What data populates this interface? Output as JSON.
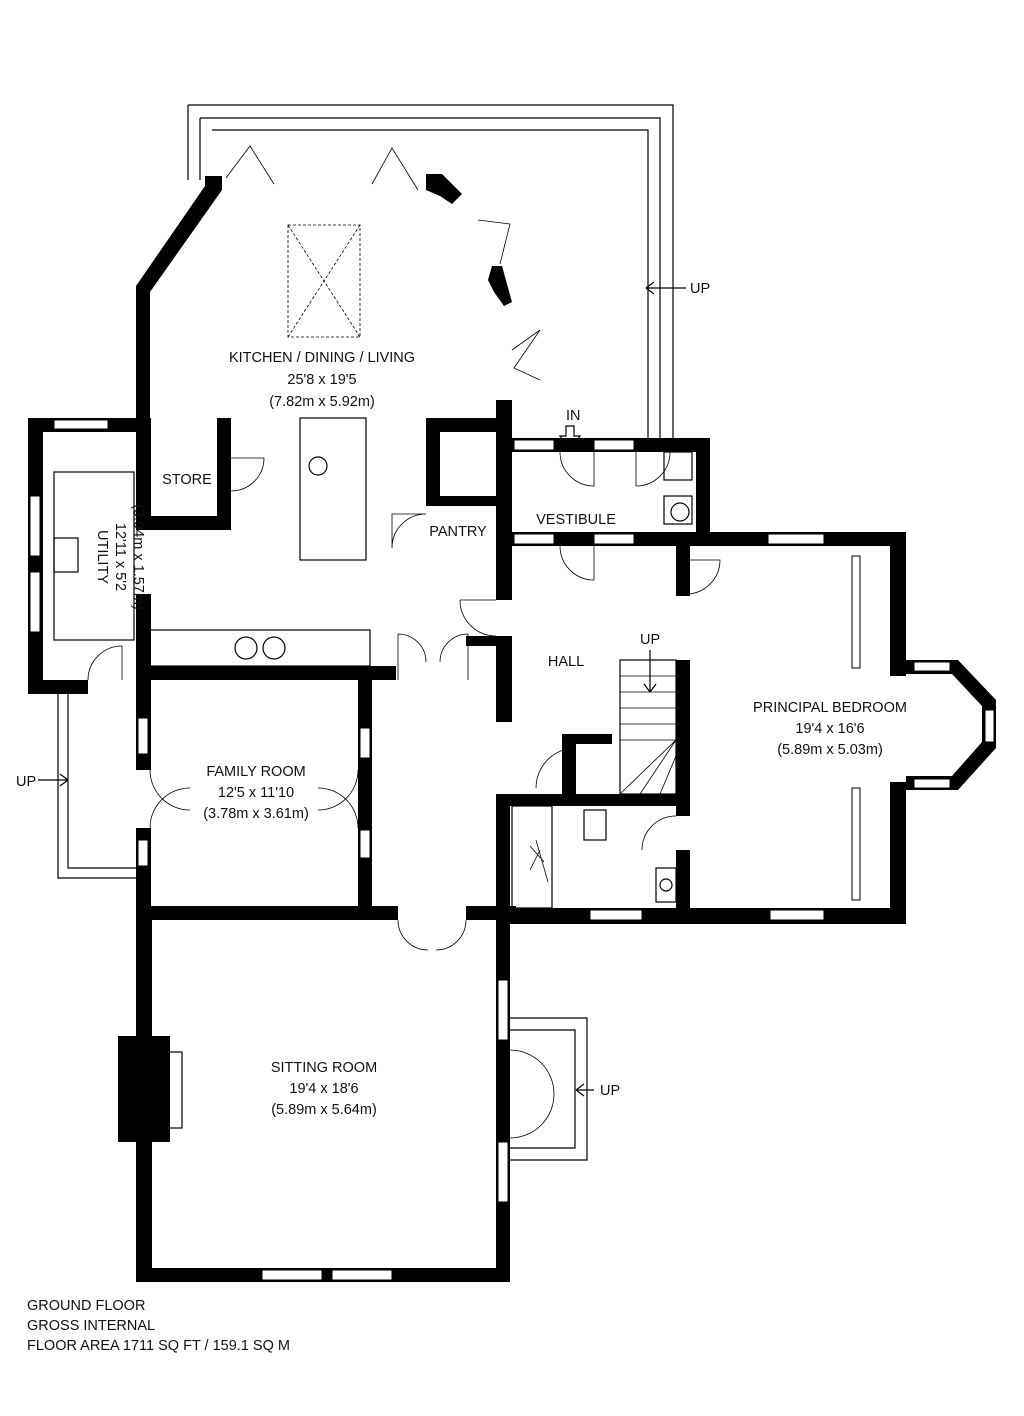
{
  "rooms": {
    "kitchen": {
      "name": "KITCHEN / DINING / LIVING",
      "imperial": "25'8 x 19'5",
      "metric": "(7.82m x 5.92m)"
    },
    "store": {
      "name": "STORE"
    },
    "pantry": {
      "name": "PANTRY"
    },
    "vestibule": {
      "name": "VESTIBULE"
    },
    "utility": {
      "name": "UTILITY",
      "imperial": "12'11 x 5'2",
      "metric": "(3.94m x 1.57m)"
    },
    "hall": {
      "name": "HALL"
    },
    "family": {
      "name": "FAMILY ROOM",
      "imperial": "12'5 x 11'10",
      "metric": "(3.78m x 3.61m)"
    },
    "bedroom": {
      "name": "PRINCIPAL BEDROOM",
      "imperial": "19'4 x 16'6",
      "metric": "(5.89m x 5.03m)"
    },
    "sitting": {
      "name": "SITTING ROOM",
      "imperial": "19'4 x 18'6",
      "metric": "(5.89m x 5.64m)"
    }
  },
  "markers": {
    "up": "UP",
    "in": "IN"
  },
  "footer": {
    "line1": "GROUND FLOOR",
    "line2": "GROSS INTERNAL",
    "line3": "FLOOR AREA 1711 SQ FT / 159.1 SQ M"
  }
}
